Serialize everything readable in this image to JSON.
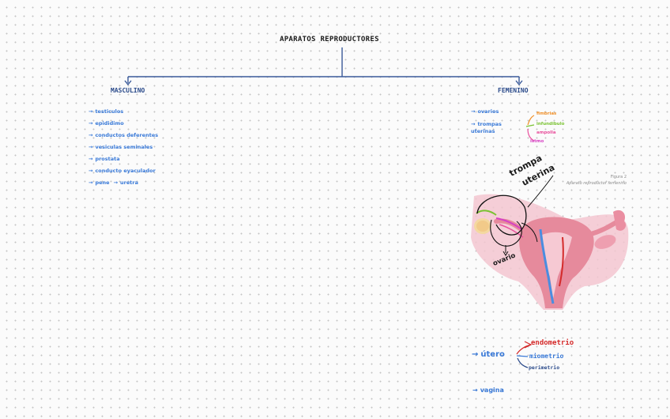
{
  "title": "APARATOS REPRODUCTORES",
  "masculino": {
    "heading": "MASCULINO",
    "items": [
      "testiculos",
      "epididimo",
      "conductos deferentes",
      "vesiculas seminales",
      "prostata",
      "conducto eyaculador",
      "pene"
    ],
    "pene_extra": "uretra"
  },
  "femenino": {
    "heading": "FEMENINO",
    "items": [
      "ovarios",
      "trompas uterinas"
    ],
    "trompa_parts": [
      {
        "label": "fimbrias",
        "color": "#f0902a"
      },
      {
        "label": "infundibulo",
        "color": "#7ac232"
      },
      {
        "label": "ampolla",
        "color": "#e84f9c"
      },
      {
        "label": "istmo",
        "color": "#d640c4"
      }
    ],
    "figure": {
      "caption_title": "Figura 2",
      "caption_sub": "Aparato reproductor femenino",
      "annot_trompa_1": "trompa",
      "annot_trompa_2": "uterina",
      "annot_ovario": "ovario"
    },
    "utero": {
      "label": "útero",
      "layers": [
        {
          "label": "endometrio",
          "color": "#d42a2a"
        },
        {
          "label": "miometrio",
          "color": "#3a7ad8"
        },
        {
          "label": "perimetrio",
          "color": "#2a4a8a"
        }
      ]
    },
    "vagina": "vagina"
  },
  "colors": {
    "connector": "#3a5a9a",
    "item_blue": "#3a7ad8",
    "uterus_pink": "#e99aab"
  }
}
